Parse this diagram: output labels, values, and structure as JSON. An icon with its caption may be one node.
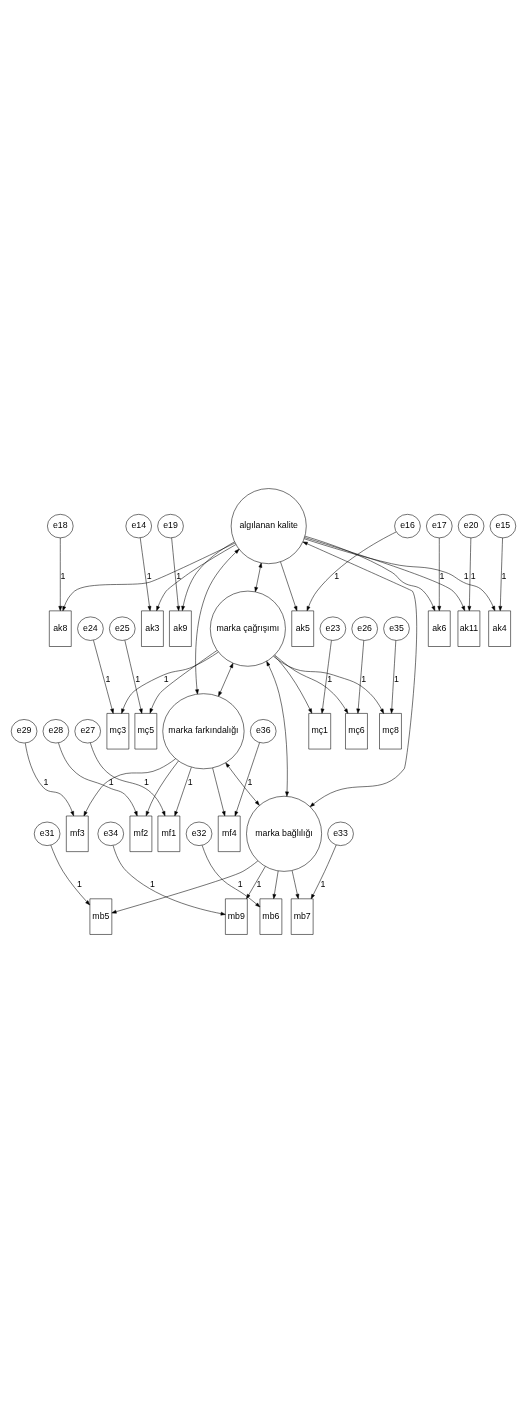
{
  "diagram": {
    "nodes": [
      {
        "text": [
          "e14"
        ]
      },
      {
        "text": [
          "e15"
        ]
      },
      {
        "text": [
          "e16"
        ]
      },
      {
        "text": [
          "e17"
        ]
      },
      {
        "text": [
          "e18"
        ]
      },
      {
        "text": [
          "e19"
        ]
      },
      {
        "text": [
          "e20"
        ]
      },
      {
        "text": [
          "ak3"
        ]
      },
      {
        "text": [
          "ak4"
        ]
      },
      {
        "text": [
          "ak5"
        ]
      },
      {
        "text": [
          "ak6"
        ]
      },
      {
        "text": [
          "ak8"
        ]
      },
      {
        "text": [
          "ak9"
        ]
      },
      {
        "text": [
          "ak11"
        ]
      },
      {
        "text": [
          "algılanan kalite"
        ]
      },
      {
        "text": [
          "e23"
        ]
      },
      {
        "text": [
          "e24"
        ]
      },
      {
        "text": [
          "e25"
        ]
      },
      {
        "text": [
          "e26"
        ]
      },
      {
        "text": [
          "e35"
        ]
      },
      {
        "text": [
          "mç1"
        ]
      },
      {
        "text": [
          "mç3"
        ]
      },
      {
        "text": [
          "mç5"
        ]
      },
      {
        "text": [
          "mç6"
        ]
      },
      {
        "text": [
          "mç8"
        ]
      },
      {
        "text": [
          "marka çağrışımı"
        ]
      },
      {
        "text": [
          "mf1"
        ]
      },
      {
        "text": [
          "e27"
        ]
      },
      {
        "text": [
          "mf2"
        ]
      },
      {
        "text": [
          "e28"
        ]
      },
      {
        "text": [
          "marka farkındalığı"
        ]
      },
      {
        "text": [
          "mf3"
        ]
      },
      {
        "text": [
          "e29"
        ]
      },
      {
        "text": [
          "mf4"
        ]
      },
      {
        "text": [
          "e36"
        ]
      },
      {
        "text": [
          "marka bağlılığı"
        ]
      },
      {
        "text": [
          "mb5"
        ]
      },
      {
        "text": [
          "mb6"
        ]
      },
      {
        "text": [
          "mb7"
        ]
      },
      {
        "text": [
          "mb9"
        ]
      },
      {
        "text": [
          "e31"
        ]
      },
      {
        "text": [
          "e32"
        ]
      },
      {
        "text": [
          "e33"
        ]
      },
      {
        "text": [
          "e34"
        ]
      }
    ],
    "edges": [
      {
        "from": 0,
        "to": 7,
        "arrow": "to",
        "label": "1"
      },
      {
        "from": 1,
        "to": 8,
        "arrow": "to",
        "label": "1"
      },
      {
        "from": 2,
        "to": 9,
        "arrow": "to",
        "label": "1"
      },
      {
        "from": 3,
        "to": 10,
        "arrow": "to",
        "label": "1"
      },
      {
        "from": 4,
        "to": 11,
        "arrow": "to",
        "label": "1"
      },
      {
        "from": 5,
        "to": 12,
        "arrow": "to",
        "label": "1"
      },
      {
        "from": 6,
        "to": 13,
        "arrow": "to",
        "label": "1"
      },
      {
        "from": 14,
        "to": 7,
        "arrow": "to"
      },
      {
        "from": 14,
        "to": 8,
        "arrow": "to",
        "label": "1"
      },
      {
        "from": 14,
        "to": 9,
        "arrow": "to"
      },
      {
        "from": 14,
        "to": 10,
        "arrow": "to"
      },
      {
        "from": 14,
        "to": 11,
        "arrow": "to"
      },
      {
        "from": 14,
        "to": 12,
        "arrow": "to"
      },
      {
        "from": 14,
        "to": 13,
        "arrow": "to"
      },
      {
        "from": 15,
        "to": 20,
        "arrow": "to",
        "label": "1"
      },
      {
        "from": 16,
        "to": 21,
        "arrow": "to",
        "label": "1"
      },
      {
        "from": 17,
        "to": 22,
        "arrow": "to",
        "label": "1"
      },
      {
        "from": 18,
        "to": 23,
        "arrow": "to",
        "label": "1"
      },
      {
        "from": 19,
        "to": 24,
        "arrow": "to",
        "label": "1"
      },
      {
        "from": 25,
        "to": 20,
        "arrow": "to"
      },
      {
        "from": 25,
        "to": 21,
        "arrow": "to",
        "label": "1"
      },
      {
        "from": 25,
        "to": 22,
        "arrow": "to"
      },
      {
        "from": 25,
        "to": 23,
        "arrow": "to"
      },
      {
        "from": 25,
        "to": 24,
        "arrow": "to"
      },
      {
        "from": 30,
        "to": 26,
        "arrow": "to",
        "label": "1"
      },
      {
        "from": 30,
        "to": 28,
        "arrow": "to"
      },
      {
        "from": 30,
        "to": 31,
        "arrow": "to"
      },
      {
        "from": 30,
        "to": 33,
        "arrow": "to"
      },
      {
        "from": 27,
        "to": 26,
        "arrow": "to",
        "label": "1"
      },
      {
        "from": 29,
        "to": 28,
        "arrow": "to",
        "label": "1"
      },
      {
        "from": 32,
        "to": 31,
        "arrow": "to",
        "label": "1"
      },
      {
        "from": 34,
        "to": 33,
        "arrow": "to",
        "label": "1"
      },
      {
        "from": 35,
        "to": 36,
        "arrow": "to"
      },
      {
        "from": 35,
        "to": 37,
        "arrow": "to"
      },
      {
        "from": 35,
        "to": 38,
        "arrow": "to"
      },
      {
        "from": 35,
        "to": 39,
        "arrow": "to",
        "label": "1"
      },
      {
        "from": 40,
        "to": 36,
        "arrow": "to",
        "label": "1"
      },
      {
        "from": 41,
        "to": 37,
        "arrow": "to",
        "label": "1"
      },
      {
        "from": 42,
        "to": 38,
        "arrow": "to",
        "label": "1"
      },
      {
        "from": 43,
        "to": 39,
        "arrow": "to",
        "label": "1"
      },
      {
        "from": 14,
        "to": 25,
        "arrow": "both"
      },
      {
        "from": 14,
        "to": 30,
        "arrow": "both"
      },
      {
        "from": 14,
        "to": 35,
        "arrow": "both"
      },
      {
        "from": 25,
        "to": 30,
        "arrow": "both"
      },
      {
        "from": 25,
        "to": 35,
        "arrow": "both"
      },
      {
        "from": 30,
        "to": 35,
        "arrow": "both"
      }
    ]
  }
}
